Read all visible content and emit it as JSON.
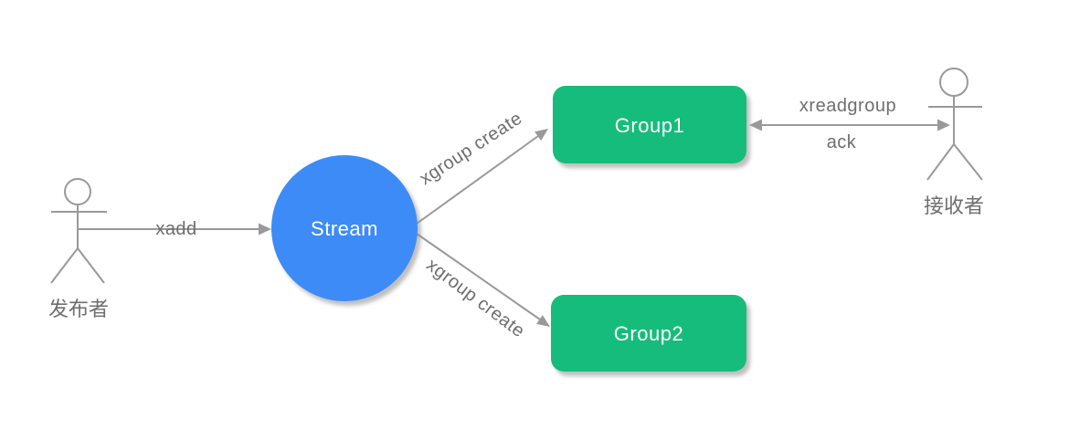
{
  "diagram": {
    "colors": {
      "stream_fill": "#3e8bf7",
      "group_fill": "#12bc7c",
      "line": "#999999",
      "label_text": "#6e6e6e",
      "node_text": "#ffffff"
    },
    "actors": {
      "publisher": {
        "label": "发布者"
      },
      "receiver": {
        "label": "接收者"
      }
    },
    "nodes": {
      "stream": {
        "label": "Stream"
      },
      "group1": {
        "label": "Group1"
      },
      "group2": {
        "label": "Group2"
      }
    },
    "edges": {
      "xadd": {
        "label": "xadd"
      },
      "xgroup_top": {
        "label": "xgroup create"
      },
      "xgroup_bottom": {
        "label": "xgroup create"
      },
      "xreadgroup": {
        "label": "xreadgroup"
      },
      "ack": {
        "label": "ack"
      }
    }
  }
}
